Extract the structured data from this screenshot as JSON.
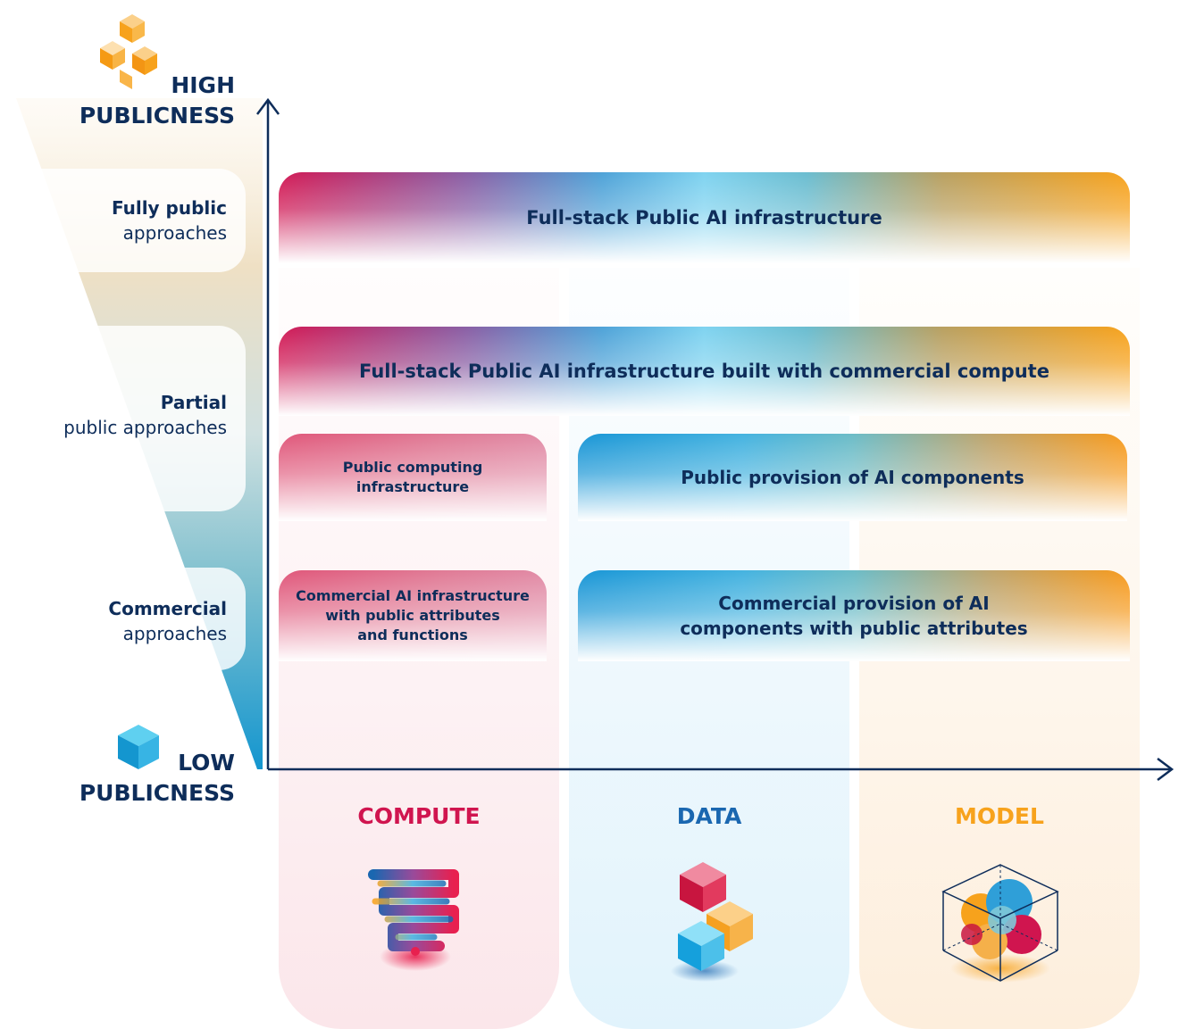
{
  "axis": {
    "high_label_line1": "HIGH",
    "high_label_line2": "PUBLICNESS",
    "low_label_line1": "LOW",
    "low_label_line2": "PUBLICNESS"
  },
  "levels": {
    "fully_public_bold": "Fully public",
    "fully_public_rest": "approaches",
    "partial_bold": "Partial",
    "partial_rest": "public approaches",
    "commercial_bold": "Commercial",
    "commercial_rest": "approaches"
  },
  "bands": {
    "full_stack": "Full-stack Public AI infrastructure",
    "full_stack_commercial_compute": "Full-stack Public AI infrastructure built with commercial compute",
    "public_computing_line1": "Public computing",
    "public_computing_line2": "infrastructure",
    "public_provision": "Public provision of AI components",
    "commercial_ai_line1": "Commercial AI infrastructure",
    "commercial_ai_line2": "with public attributes",
    "commercial_ai_line3": "and functions",
    "commercial_provision_line1": "Commercial provision of AI",
    "commercial_provision_line2": "components with public attributes"
  },
  "columns": {
    "compute": "COMPUTE",
    "data": "DATA",
    "model": "MODEL"
  },
  "colors": {
    "navy": "#0e2d5a",
    "compute": "#d0154f",
    "data": "#1a67b0",
    "model": "#f7a21c"
  },
  "icons": [
    "high-publicness-cubes-icon",
    "low-publicness-cube-icon",
    "compute-pipes-icon",
    "data-cubes-icon",
    "model-cube-icon"
  ]
}
